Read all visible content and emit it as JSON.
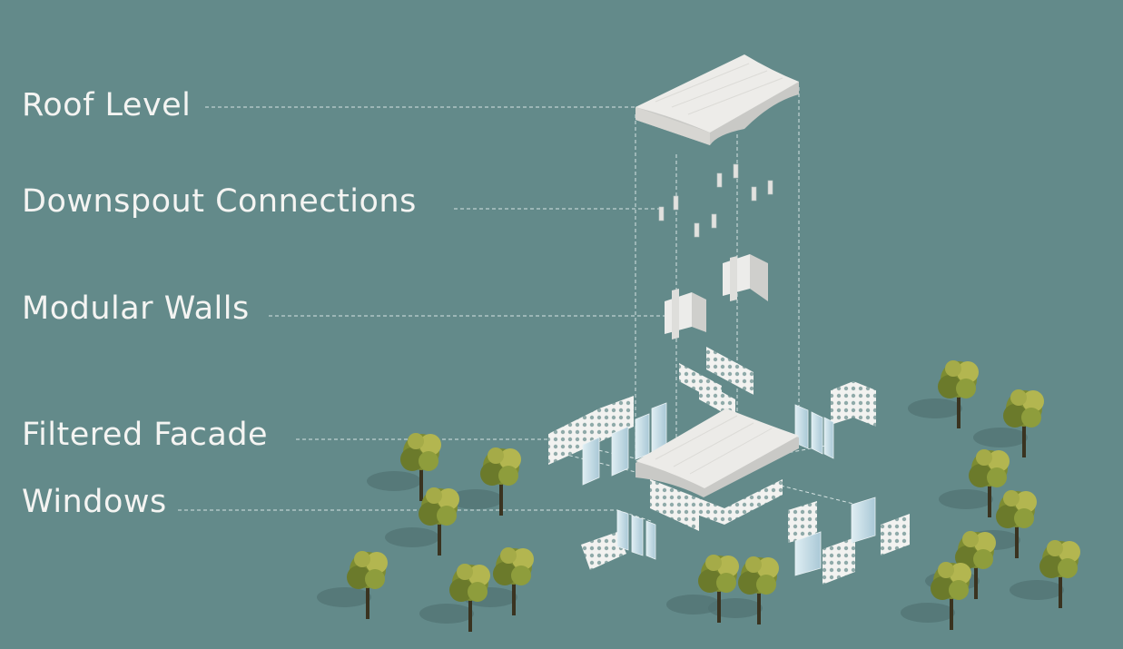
{
  "labels": {
    "roof": "Roof Level",
    "downspout": "Downspout Connections",
    "walls": "Modular Walls",
    "facade": "Filtered Facade",
    "windows": "Windows"
  },
  "colors": {
    "background": "#638a8a",
    "label_text": "#f4f4f2",
    "leader_line": "#d8e4e3",
    "roof_top": "#ecebe8",
    "roof_side": "#c9c9c6",
    "window_glass": "#b9d3df",
    "facade_panel": "#f2f2f0",
    "tree_foliage": "#8c9a3a",
    "tree_shadow": "#537474"
  }
}
